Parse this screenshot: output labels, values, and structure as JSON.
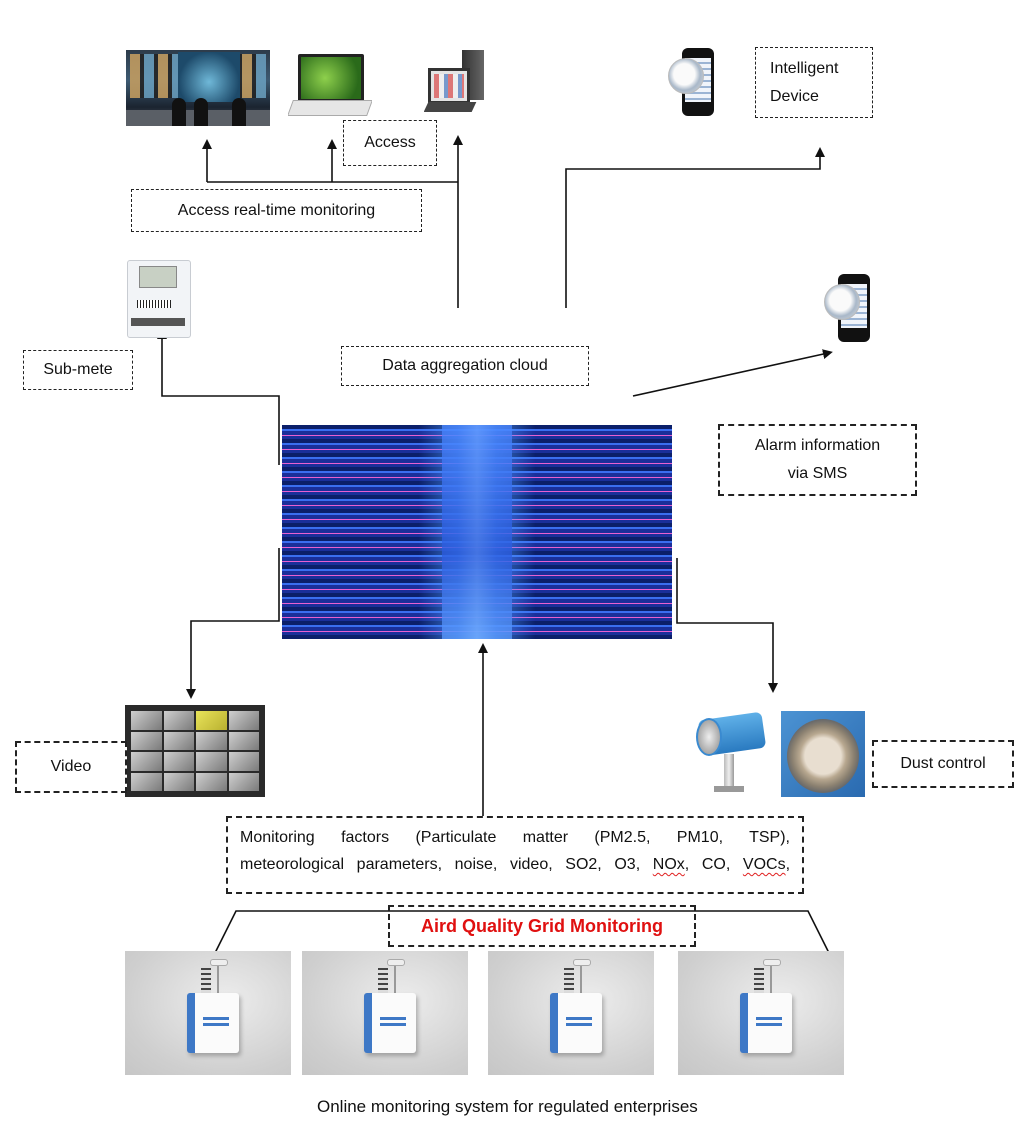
{
  "diagram": {
    "title": "Online monitoring system for regulated enterprises",
    "hub": {
      "name": "Data center server room",
      "icon": "server-room-image"
    },
    "labels": {
      "access": "Access",
      "access_realtime": "Access real-time monitoring",
      "intelligent_device_line1": "Intelligent",
      "intelligent_device_line2": "Device",
      "sub_meter": "Sub-mete",
      "data_cloud": "Data aggregation cloud",
      "alarm_line1": "Alarm information",
      "alarm_line2": "via SMS",
      "video": "Video",
      "dust_control": "Dust control",
      "grid_monitoring": "Aird Quality Grid Monitoring"
    },
    "monitoring_factors": {
      "line1_words": [
        "Monitoring",
        "factors",
        "(Particulate",
        "matter",
        "(PM2.5,",
        "PM10,",
        "TSP),"
      ],
      "line2_prefix": "meteorological parameters, noise, video, SO2, O3, ",
      "line2_nox": "NOx",
      "line2_mid": ", CO, ",
      "line2_vocs": "VOCs",
      "line2_suffix": ","
    },
    "endpoints": [
      {
        "name": "control-room",
        "icon": "control-room-image"
      },
      {
        "name": "laptop",
        "icon": "laptop-image"
      },
      {
        "name": "desktop-computer",
        "icon": "desktop-computer-image"
      },
      {
        "name": "smartphone-intelligent-device",
        "icon": "smartphone-image"
      },
      {
        "name": "smartphone-sms",
        "icon": "smartphone-image"
      },
      {
        "name": "electric-sub-meter",
        "icon": "electric-meter-image"
      },
      {
        "name": "video-wall",
        "icon": "video-wall-image"
      },
      {
        "name": "fog-cannon",
        "icon": "fog-cannon-image"
      },
      {
        "name": "fog-cannon-nozzle",
        "icon": "fog-cannon-nozzle-image"
      }
    ],
    "stations_count": 4,
    "colors": {
      "line": "#111111",
      "highlight_text": "#e01010",
      "server_blue": "#1438b8"
    }
  }
}
